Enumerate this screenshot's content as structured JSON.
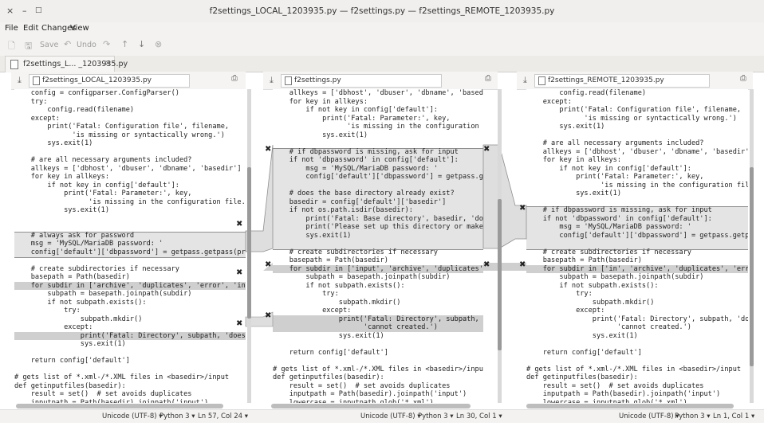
{
  "window": {
    "title": "f2settings_LOCAL_1203935.py — f2settings.py — f2settings_REMOTE_1203935.py",
    "controls": [
      "×",
      "–",
      "□"
    ]
  },
  "menu": [
    "File",
    "Edit",
    "Changes",
    "View"
  ],
  "toolbar": {
    "save_label": "Save",
    "undo_label": "Undo"
  },
  "tabs": [
    {
      "label": "f2settings_L... _1203935.py",
      "close": "×"
    }
  ],
  "panes": [
    {
      "file": "f2settings_LOCAL_1203935.py",
      "status": {
        "encoding": "Unicode (UTF-8)",
        "language": "Python 3",
        "position": "Ln 57, Col 24"
      },
      "lines": [
        "    config = configparser.ConfigParser()",
        "    try:",
        "        config.read(filename)",
        "    except:",
        "        print('Fatal: Configuration file', filename,",
        "              'is missing or syntactically wrong.')",
        "        sys.exit(1)",
        "",
        "    # are all necessary arguments included?",
        "    allkeys = ['dbhost', 'dbuser', 'dbname', 'basedir']",
        "    for key in allkeys:",
        "        if not key in config['default']:",
        "            print('Fatal: Parameter:', key,",
        "                  'is missing in the configuration file.')",
        "            sys.exit(1)",
        "",
        "",
        "    # always ask for password",
        "    msg = 'MySQL/MariaDB password: '",
        "    config['default']['dbpassword'] = getpass.getpass(prompt",
        "",
        "    # create subdirectories if necessary",
        "    basepath = Path(basedir)",
        "    for subdir in ['archive', 'duplicates', 'error', 'in', 'x",
        "        subpath = basepath.joinpath(subdir)",
        "        if not subpath.exists():",
        "            try:",
        "                subpath.mkdir()",
        "            except:",
        "                print('Fatal: Directory', subpath, 'does not",
        "                sys.exit(1)",
        "",
        "    return config['default']",
        "",
        "# gets list of *.xml-/*.XML files in <basedir>/input",
        "def getinputfiles(basedir):",
        "    result = set()  # set avoids duplicates",
        "    inputpath = Path(basedir).joinpath('input')",
        "    lowercase = inputpath.glob('*.xml')"
      ]
    },
    {
      "file": "f2settings.py",
      "status": {
        "encoding": "Unicode (UTF-8)",
        "language": "Python 3",
        "position": "Ln 30, Col 1"
      },
      "lines": [
        "    allkeys = ['dbhost', 'dbuser', 'dbname', 'basedir']",
        "    for key in allkeys:",
        "        if not key in config['default']:",
        "            print('Fatal: Parameter:', key,",
        "                  'is missing in the configuration file.')",
        "            sys.exit(1)",
        "",
        "    # if dbpassword is missing, ask for input",
        "    if not 'dbpassword' in config['default']:",
        "        msg = 'MySQL/MariaDB password: '",
        "        config['default']['dbpassword'] = getpass.getpass",
        "",
        "    # does the base directory already exist?",
        "    basedir = config['default']['basedir']",
        "    if not os.path.isdir(basedir):",
        "        print('Fatal: Base directory', basedir, 'does not",
        "        print('Please set up this directory or make it rea",
        "        sys.exit(1)",
        "",
        "    # create subdirectories if necessary",
        "    basepath = Path(basedir)",
        "    for subdir in ['input', 'archive', 'duplicates', 'erro",
        "        subpath = basepath.joinpath(subdir)",
        "        if not subpath.exists():",
        "            try:",
        "                subpath.mkdir()",
        "            except:",
        "                print('Fatal: Directory', subpath, 'does n",
        "                      'cannot created.')",
        "                sys.exit(1)",
        "",
        "    return config['default']",
        "",
        "# gets list of *.xml-/*.XML files in <basedir>/input",
        "def getinputfiles(basedir):",
        "    result = set()  # set avoids duplicates",
        "    inputpath = Path(basedir).joinpath('input')",
        "    lowercase = inputpath.glob('*.xml')"
      ]
    },
    {
      "file": "f2settings_REMOTE_1203935.py",
      "status": {
        "encoding": "Unicode (UTF-8)",
        "language": "Python 3",
        "position": "Ln 1, Col 1"
      },
      "lines": [
        "        config.read(filename)",
        "    except:",
        "        print('Fatal: Configuration file', filename,",
        "              'is missing or syntactically wrong.')",
        "        sys.exit(1)",
        "",
        "    # are all necessary arguments included?",
        "    allkeys = ['dbhost', 'dbuser', 'dbname', 'basedir']",
        "    for key in allkeys:",
        "        if not key in config['default']:",
        "            print('Fatal: Parameter:', key,",
        "                  'is missing in the configuration file.')",
        "            sys.exit(1)",
        "",
        "    # if dbpassword is missing, ask for input",
        "    if not 'dbpassword' in config['default']:",
        "        msg = 'MySQL/MariaDB password: '",
        "        config['default']['dbpassword'] = getpass.getpass(pr",
        "",
        "    # create subdirectories if necessary",
        "    basepath = Path(basedir)",
        "    for subdir in ['in', 'archive', 'duplicates', 'error', '",
        "        subpath = basepath.joinpath(subdir)",
        "        if not subpath.exists():",
        "            try:",
        "                subpath.mkdir()",
        "            except:",
        "                print('Fatal: Directory', subpath, 'does not",
        "                      'cannot created.')",
        "                sys.exit(1)",
        "",
        "    return config['default']",
        "",
        "# gets list of *.xml-/*.XML files in <basedir>/input",
        "def getinputfiles(basedir):",
        "    result = set()  # set avoids duplicates",
        "    inputpath = Path(basedir).joinpath('input')",
        "    lowercase = inputpath.glob('*.xml')"
      ]
    }
  ]
}
